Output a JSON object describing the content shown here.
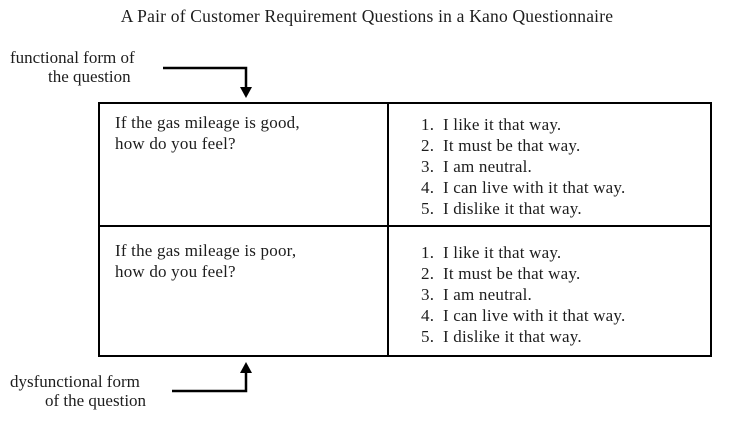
{
  "title": "A Pair of Customer Requirement Questions in a Kano Questionnaire",
  "labels": {
    "functional": {
      "line1": "functional form of",
      "line2": "the question"
    },
    "dysfunctional": {
      "line1": "dysfunctional form",
      "line2": "of the question"
    }
  },
  "table": {
    "rows": [
      {
        "question_line1": "If the gas mileage is good,",
        "question_line2": "how do you feel?",
        "options": [
          {
            "num": "1.",
            "label": "I like it that way."
          },
          {
            "num": "2.",
            "label": "It must be that way."
          },
          {
            "num": "3.",
            "label": "I am neutral."
          },
          {
            "num": "4.",
            "label": "I can live with it that way."
          },
          {
            "num": "5.",
            "label": "I dislike it that way."
          }
        ]
      },
      {
        "question_line1": "If the gas mileage is poor,",
        "question_line2": "how do you feel?",
        "options": [
          {
            "num": "1.",
            "label": "I like it that way."
          },
          {
            "num": "2.",
            "label": "It must be that way."
          },
          {
            "num": "3.",
            "label": "I am neutral."
          },
          {
            "num": "4.",
            "label": "I can live with it that way."
          },
          {
            "num": "5.",
            "label": "I dislike it that way."
          }
        ]
      }
    ]
  },
  "colors": {
    "text": "#1d1d1d",
    "border": "#000000",
    "background": "#ffffff",
    "arrow": "#000000"
  }
}
